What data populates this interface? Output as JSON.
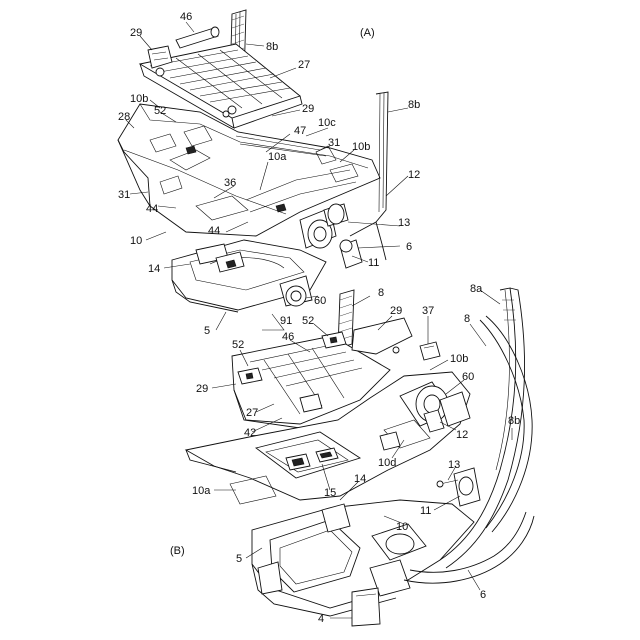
{
  "figure": {
    "panel_a_label": "(A)",
    "panel_b_label": "(B)"
  },
  "labels_a": {
    "l46": "46",
    "l29a": "29",
    "l8b_top": "8b",
    "l27": "27",
    "l10b_left": "10b",
    "l52": "52",
    "l29b": "29",
    "l8b_right": "8b",
    "l28": "28",
    "l47": "47",
    "l10c": "10c",
    "l31a": "31",
    "l10b_mid": "10b",
    "l10a": "10a",
    "l12": "12",
    "l31b": "31",
    "l36": "36",
    "l44a": "44",
    "l13": "13",
    "l10": "10",
    "l44b": "44",
    "l6": "6",
    "l14": "14",
    "l11": "11",
    "l60": "60",
    "l5": "5",
    "l91": "91"
  },
  "labels_b": {
    "l8": "8",
    "l8a": "8a",
    "l52a": "52",
    "l29a": "29",
    "l37": "37",
    "l8r": "8",
    "l52b": "52",
    "l46": "46",
    "l10b": "10b",
    "l60": "60",
    "l29b": "29",
    "l27": "27",
    "l42": "42",
    "l12": "12",
    "l8b": "8b",
    "l10d": "10d",
    "l13": "13",
    "l15": "15",
    "l14": "14",
    "l10a": "10a",
    "l11": "11",
    "l10": "10",
    "l5": "5",
    "l6": "6",
    "l4": "4"
  }
}
